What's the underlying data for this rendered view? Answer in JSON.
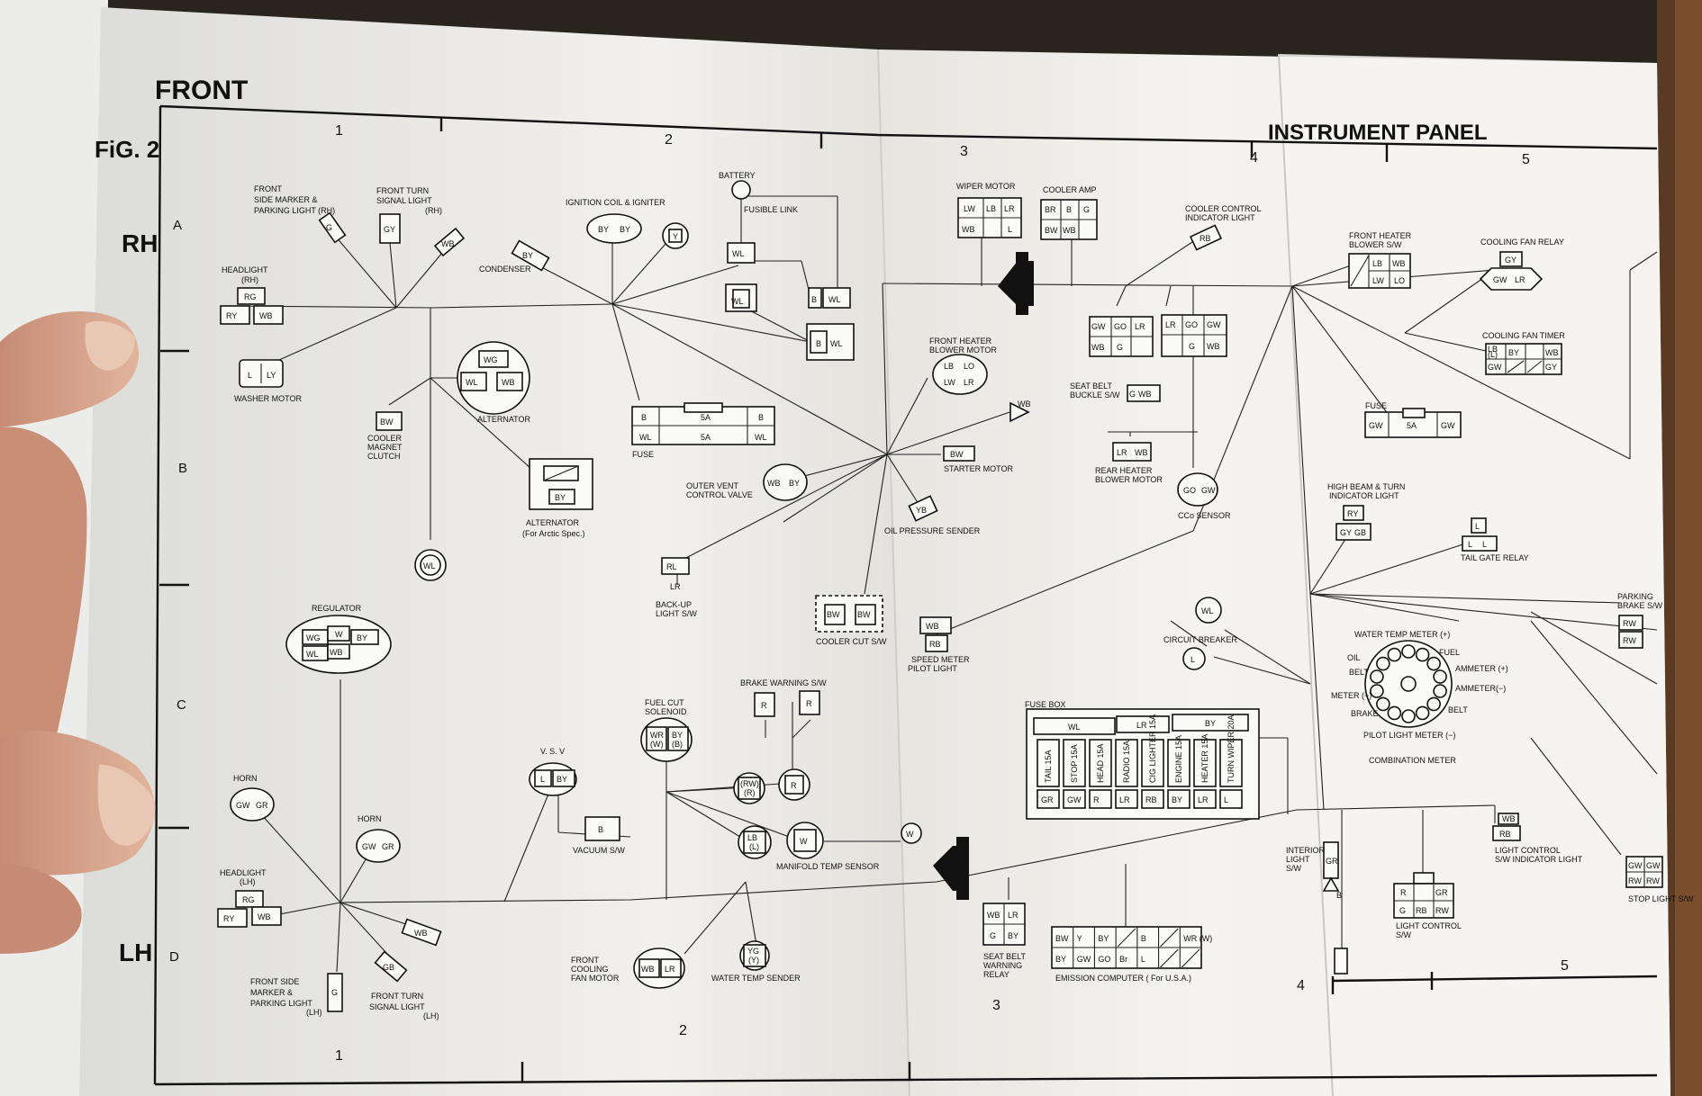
{
  "header": {
    "front": "FRONT",
    "fig": "FiG. 2",
    "instrument_panel": "INSTRUMENT  PANEL",
    "rh": "RH",
    "lh": "LH"
  },
  "grid": {
    "columns": [
      "1",
      "2",
      "3",
      "4",
      "5"
    ],
    "rows": [
      "A",
      "B",
      "C",
      "D"
    ]
  },
  "labels": {
    "battery": "BATTERY",
    "fusible_link": "FUSIBLE  LINK",
    "ignition": "IGNITION COIL & IGNITER",
    "condenser": "CONDENSER",
    "front_side_marker_rh": [
      "FRONT",
      "SIDE MARKER &",
      "PARKING LIGHT (RH)"
    ],
    "front_turn_rh": [
      "FRONT TURN",
      "SIGNAL LIGHT",
      "(RH)"
    ],
    "headlight_rh": [
      "HEADLIGHT",
      "(RH)"
    ],
    "washer_motor": "WASHER  MOTOR",
    "cooler_magnet": [
      "COOLER",
      "MAGNET",
      "CLUTCH"
    ],
    "alternator": "ALTERNATOR",
    "alternator_arctic": [
      "ALTERNATOR",
      "(For Arctic Spec.)"
    ],
    "fuse": "FUSE",
    "outer_vent": [
      "OUTER VENT",
      "CONTROL VALVE"
    ],
    "backup_light": [
      "BACK-UP",
      "LIGHT S/W"
    ],
    "cooler_cut": "COOLER  CUT  S/W",
    "oil_pressure": "OIL PRESSURE SENDER",
    "starter_motor": "STARTER  MOTOR",
    "speed_meter": [
      "SPEED METER",
      "PILOT LIGHT"
    ],
    "wiper_motor": "WIPER MOTOR",
    "cooler_amp": "COOLER AMP",
    "cooler_control": [
      "COOLER CONTROL",
      "INDICATOR LIGHT"
    ],
    "front_heater_motor": [
      "FRONT HEATER",
      "BLOWER MOTOR"
    ],
    "seat_belt_buckle": [
      "SEAT BELT",
      "BUCKLE S/W"
    ],
    "rear_heater": [
      "REAR HEATER",
      "BLOWER MOTOR"
    ],
    "cco_sensor": "CCo SENSOR",
    "circuit_breaker": "CIRCUIT  BREAKER",
    "fuse_box": "FUSE  BOX",
    "regulator": "REGULATOR",
    "horn": "HORN",
    "headlight_lh": [
      "HEADLIGHT",
      "(LH)"
    ],
    "front_side_marker_lh": [
      "FRONT SIDE",
      "MARKER &",
      "PARKING LIGHT",
      "(LH)"
    ],
    "front_turn_lh": [
      "FRONT TURN",
      "SIGNAL LIGHT",
      "(LH)"
    ],
    "vsv": "V. S. V",
    "vacuum_sw": "VACUUM  S/W",
    "fuel_cut": [
      "FUEL CUT",
      "SOLENOID"
    ],
    "brake_warning": "BRAKE WARNING S/W",
    "manifold_temp": "MANIFOLD TEMP SENSOR",
    "front_cooling_fan": [
      "FRONT",
      "COOLING",
      "FAN MOTOR"
    ],
    "water_temp_sender": "WATER  TEMP  SENDER",
    "seat_belt_relay": [
      "SEAT BELT",
      "WARNING",
      "RELAY"
    ],
    "emission_computer": "EMISSION   COMPUTER ( For U.S.A.)",
    "front_heater_sw": [
      "FRONT HEATER",
      "BLOWER S/W"
    ],
    "cooling_fan_relay": "COOLING FAN RELAY",
    "cooling_fan_timer": "COOLING FAN TIMER",
    "high_beam": [
      "HIGH BEAM & TURN",
      "INDICATOR LIGHT"
    ],
    "tail_gate": "TAIL GATE RELAY",
    "parking_brake": [
      "PARKING",
      "BRAKE S/W"
    ],
    "water_temp_meter": "WATER TEMP  METER (+)",
    "fuel": "FUEL",
    "oil": "OIL",
    "belt": "BELT",
    "ammeter_plus": "AMMETER (+)",
    "ammeter_minus": "AMMETER(−)",
    "meter_minus": "METER (−)",
    "brake": "BRAKE",
    "belt2": "BELT",
    "pilot_light_meter": "PILOT LIGHT  METER (−)",
    "combination_meter": "COMBINATION METER",
    "interior_light": [
      "INTERIOR",
      "LIGHT",
      "S/W"
    ],
    "light_control_ind": [
      "LIGHT CONTROL",
      "S/W INDICATOR LIGHT"
    ],
    "light_control": [
      "LIGHT CONTROL",
      "S/W"
    ],
    "stop_light": "STOP LIGHT S/W"
  },
  "fuse_box": {
    "groups": [
      "WL",
      "LR",
      "BY"
    ],
    "fuses": [
      "TAIL 15A",
      "STOP 15A",
      "HEAD 15A",
      "RADIO 15A",
      "CIG LIGHTER 15A",
      "ENGINE 15A",
      "HEATER 15A",
      "TURN WIPER 20A"
    ],
    "terminals": [
      "GR",
      "GW",
      "R",
      "LR",
      "RB",
      "BY",
      "LR",
      "L"
    ]
  },
  "emission": {
    "top": [
      "BW",
      "Y",
      "BY",
      "",
      "B",
      "",
      "WR (W)"
    ],
    "bottom": [
      "BY",
      "GW",
      "GO",
      "Br",
      "L",
      "",
      ""
    ]
  },
  "colors": {
    "paper": "#f3f2ee",
    "ink": "#111111",
    "background": "#2a241f",
    "skin": "#d9a48a"
  }
}
